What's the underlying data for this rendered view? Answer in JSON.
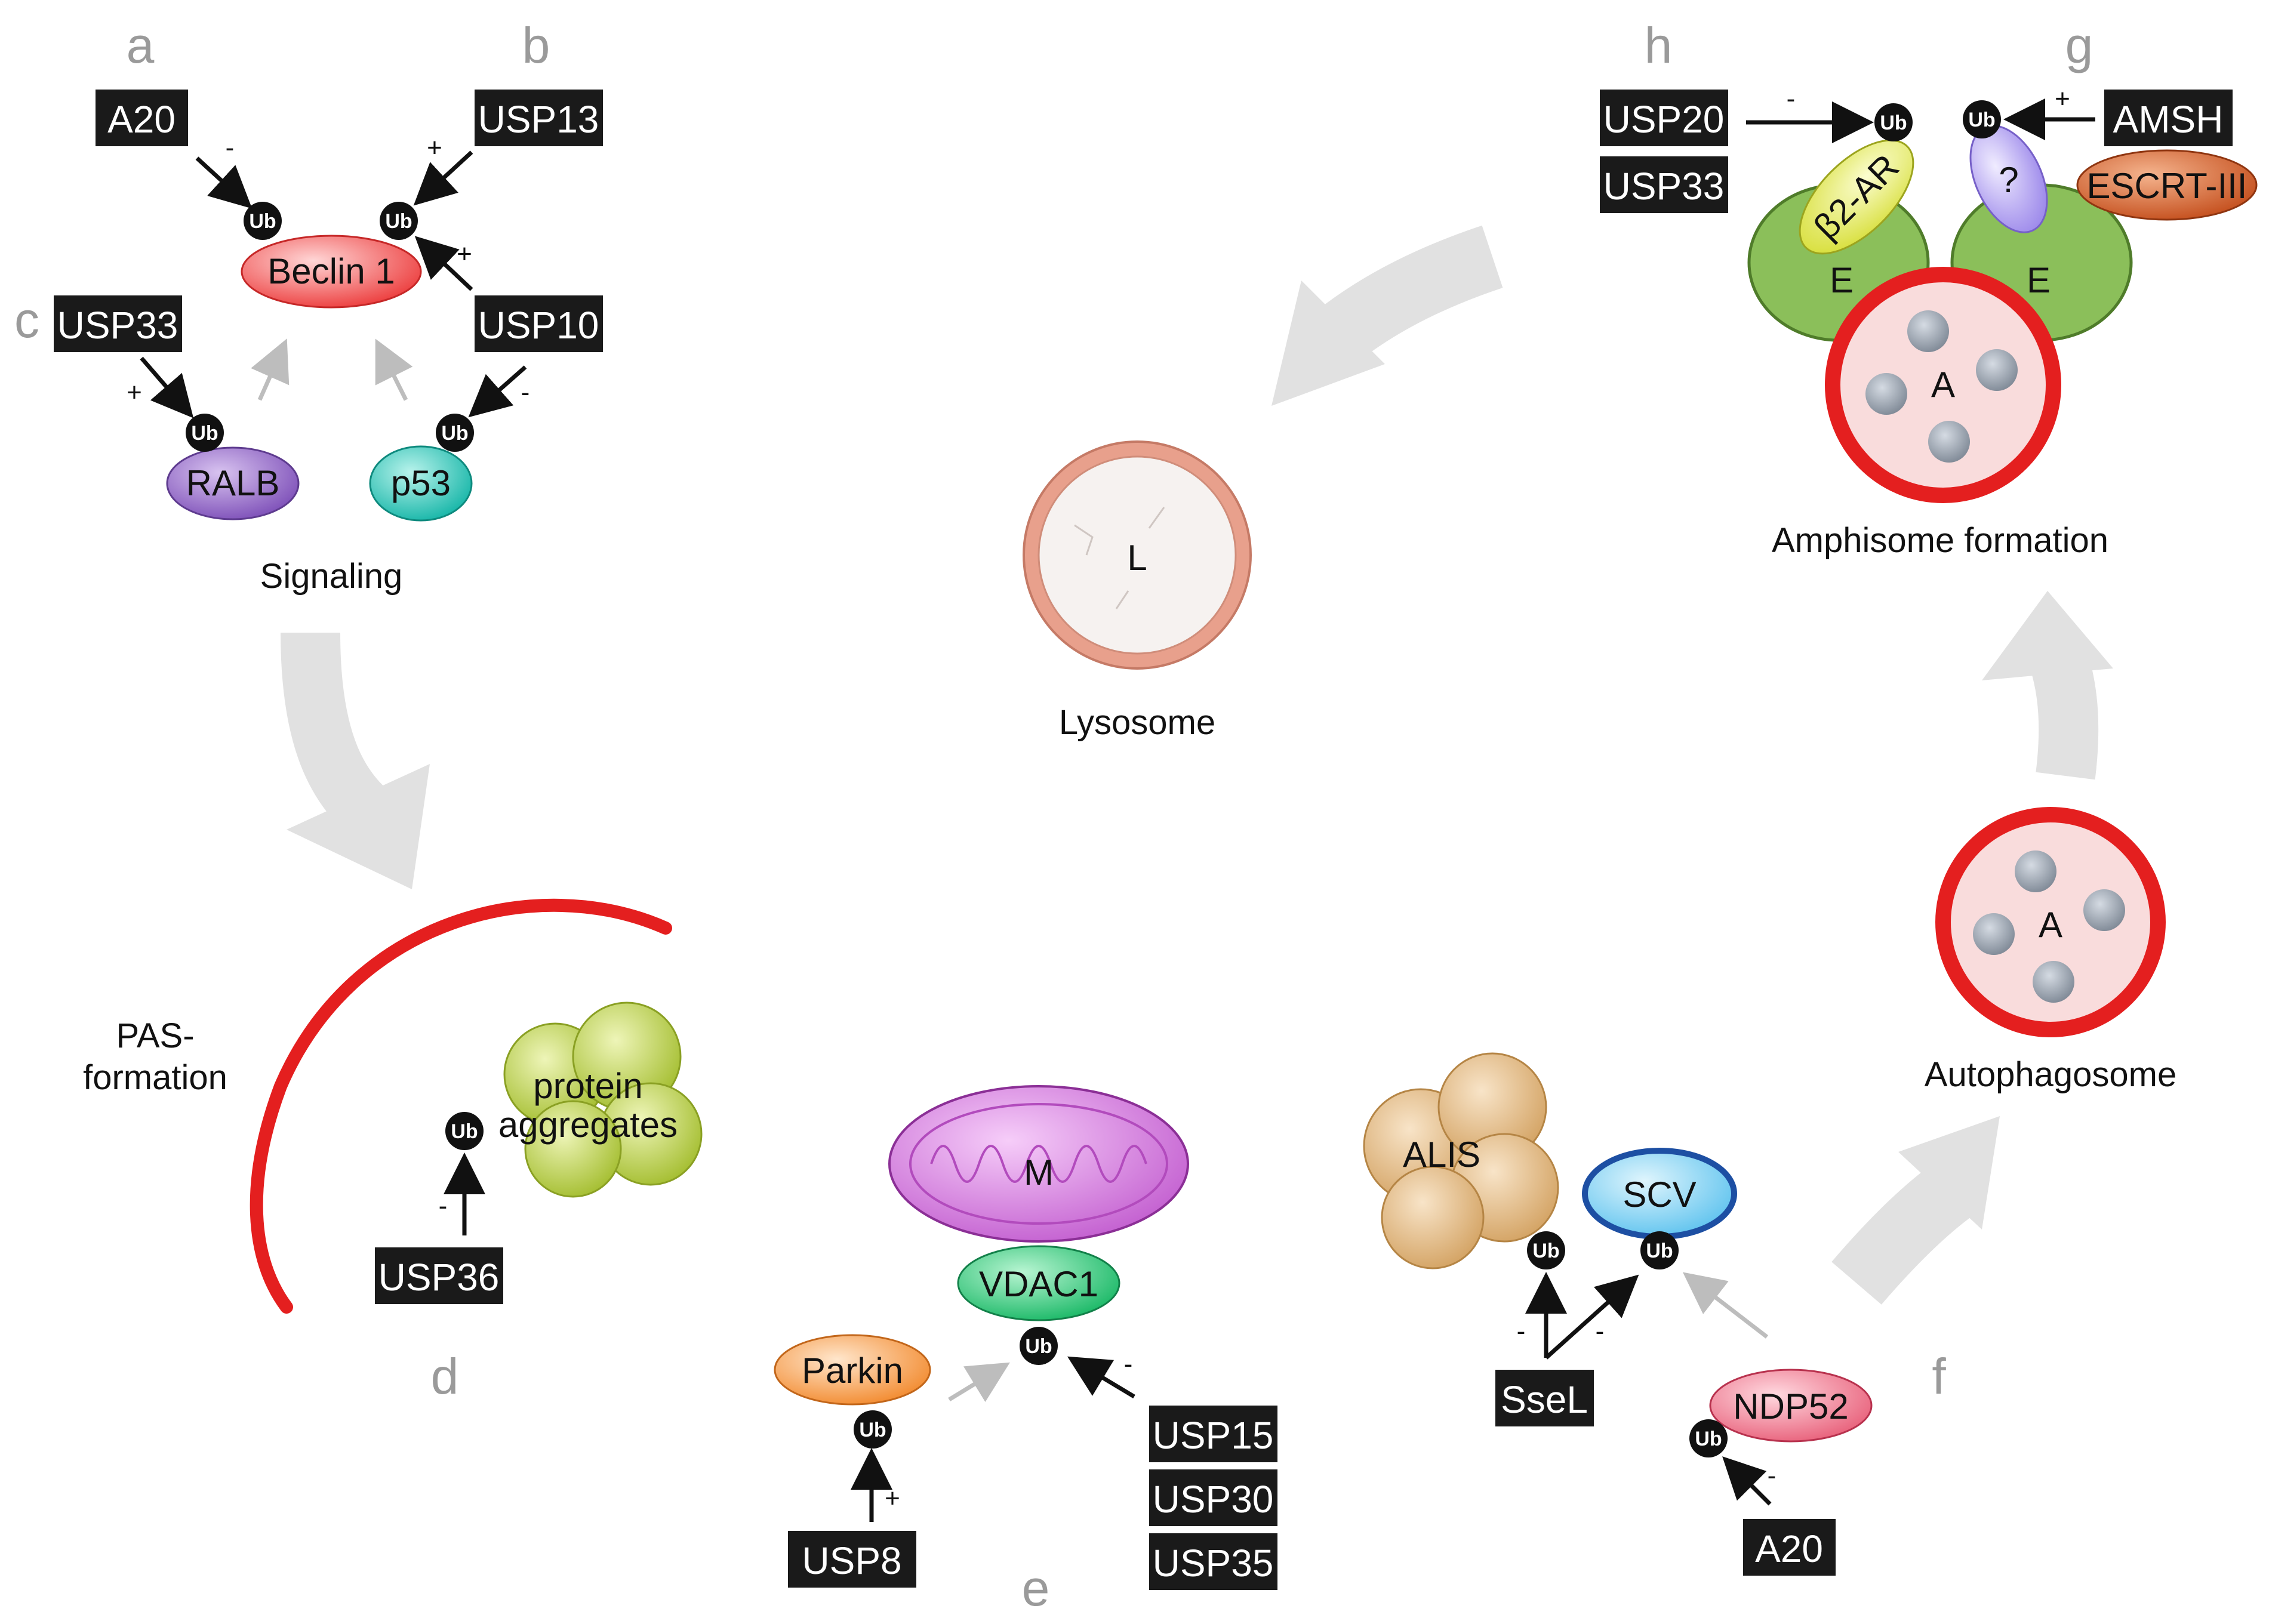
{
  "panels": {
    "a": "a",
    "b": "b",
    "c": "c",
    "d": "d",
    "e": "e",
    "f": "f",
    "g": "g",
    "h": "h"
  },
  "ub": "Ub",
  "signs": {
    "plus": "+",
    "minus": "-"
  },
  "signaling": {
    "a20": "A20",
    "usp13": "USP13",
    "usp33": "USP33",
    "usp10": "USP10",
    "beclin1": "Beclin 1",
    "ralb": "RALB",
    "p53": "p53",
    "caption": "Signaling"
  },
  "pas": {
    "caption_line1": "PAS-",
    "caption_line2": "formation"
  },
  "aggregates": {
    "label_line1": "protein",
    "label_line2": "aggregates",
    "usp36": "USP36"
  },
  "mitophagy": {
    "mito": "M",
    "vdac1": "VDAC1",
    "parkin": "Parkin",
    "usp8": "USP8",
    "usp15": "USP15",
    "usp30": "USP30",
    "usp35": "USP35"
  },
  "xenophagy": {
    "alis": "ALIS",
    "scv": "SCV",
    "ssel": "SseL",
    "ndp52": "NDP52",
    "a20": "A20"
  },
  "lysosome": {
    "letter": "L",
    "caption": "Lysosome"
  },
  "autophagosome": {
    "letter": "A",
    "caption": "Autophagosome"
  },
  "amphisome": {
    "usp20": "USP20",
    "usp33": "USP33",
    "amsh": "AMSH",
    "escrt": "ESCRT-III",
    "b2ar": "β2-AR",
    "unknown": "?",
    "endosome": "E",
    "autophagosome": "A",
    "caption": "Amphisome formation"
  },
  "colors": {
    "box": "#1a1a1a",
    "membrane": "#e41f1f",
    "lumen": "#f9dcdc",
    "cargo": "#8f98a4",
    "flow_arrow": "#e1e1e1",
    "faint_arrow": "#bdbdbd",
    "beclin": "#f05555",
    "ralb": "#8e63c4",
    "p53": "#22c7b8",
    "vdac1": "#2ecf7a",
    "parkin": "#f8a050",
    "mito": "#d77be0",
    "scv": "#7fd2f4",
    "ndp52": "#f07a92",
    "alis": "#e0b57c",
    "aggregates": "#b9cf4c",
    "endosome": "#8bbf5a",
    "b2ar": "#e6ec6a",
    "escrt": "#d4602c",
    "unknown": "#b49ff0"
  },
  "icons": {
    "ubiquitin": "ub-icon",
    "flow": "big-curved-arrow",
    "activation": "arrow-icon"
  }
}
